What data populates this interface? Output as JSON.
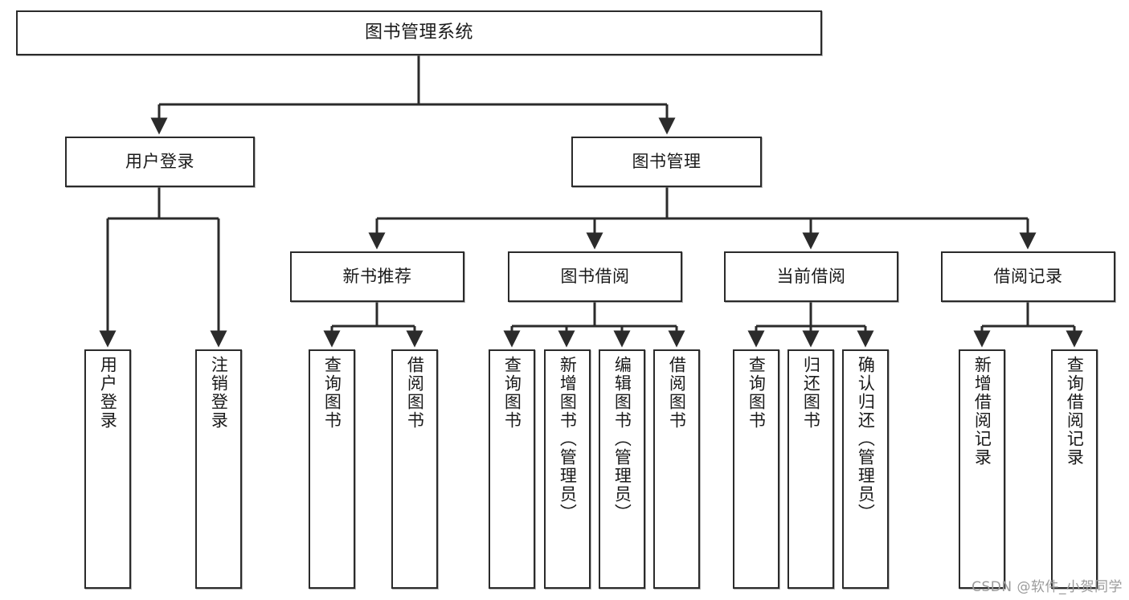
{
  "diagram": {
    "title": "图书管理系统",
    "watermark": "CSDN @软件_小贺同学",
    "colors": {
      "box_border": "#2b2b2b",
      "box_fill": "#ffffff",
      "edge": "#2b2b2b",
      "canvas": "#ffffff",
      "watermark": "#9b9b9b"
    },
    "levels": {
      "root": "图书管理系统",
      "level2": [
        "用户登录",
        "图书管理"
      ],
      "level3": [
        "新书推荐",
        "图书借阅",
        "当前借阅",
        "借阅记录"
      ]
    }
  },
  "nodes": {
    "root": {
      "label": "图书管理系统",
      "orientation": "horizontal"
    },
    "user_login": {
      "label": "用户登录",
      "orientation": "horizontal"
    },
    "book_manage": {
      "label": "图书管理",
      "orientation": "horizontal"
    },
    "new_book_rec": {
      "label": "新书推荐",
      "orientation": "horizontal"
    },
    "book_borrow": {
      "label": "图书借阅",
      "orientation": "horizontal"
    },
    "current_borrow": {
      "label": "当前借阅",
      "orientation": "horizontal"
    },
    "borrow_record": {
      "label": "借阅记录",
      "orientation": "horizontal"
    },
    "leaf_user_login": {
      "label": "用户登录",
      "orientation": "vertical"
    },
    "leaf_user_logout": {
      "label": "注销登录",
      "orientation": "vertical"
    },
    "leaf_query_book_1": {
      "label": "查询图书",
      "orientation": "vertical"
    },
    "leaf_borrow_book_1": {
      "label": "借阅图书",
      "orientation": "vertical"
    },
    "leaf_query_book_2": {
      "label": "查询图书",
      "orientation": "vertical"
    },
    "leaf_add_book": {
      "label": "新增图书（管理员）",
      "orientation": "vertical"
    },
    "leaf_edit_book": {
      "label": "编辑图书（管理员）",
      "orientation": "vertical"
    },
    "leaf_borrow_book_2": {
      "label": "借阅图书",
      "orientation": "vertical"
    },
    "leaf_query_book_3": {
      "label": "查询图书",
      "orientation": "vertical"
    },
    "leaf_return_book": {
      "label": "归还图书",
      "orientation": "vertical"
    },
    "leaf_confirm_return": {
      "label": "确认归还（管理员）",
      "orientation": "vertical"
    },
    "leaf_add_record": {
      "label": "新增借阅记录",
      "orientation": "vertical"
    },
    "leaf_query_record": {
      "label": "查询借阅记录",
      "orientation": "vertical"
    }
  },
  "hierarchy": {
    "图书管理系统": {
      "用户登录": [
        "用户登录",
        "注销登录"
      ],
      "图书管理": {
        "新书推荐": [
          "查询图书",
          "借阅图书"
        ],
        "图书借阅": [
          "查询图书",
          "新增图书（管理员）",
          "编辑图书（管理员）",
          "借阅图书"
        ],
        "当前借阅": [
          "查询图书",
          "归还图书",
          "确认归还（管理员）"
        ],
        "借阅记录": [
          "新增借阅记录",
          "查询借阅记录"
        ]
      }
    }
  }
}
